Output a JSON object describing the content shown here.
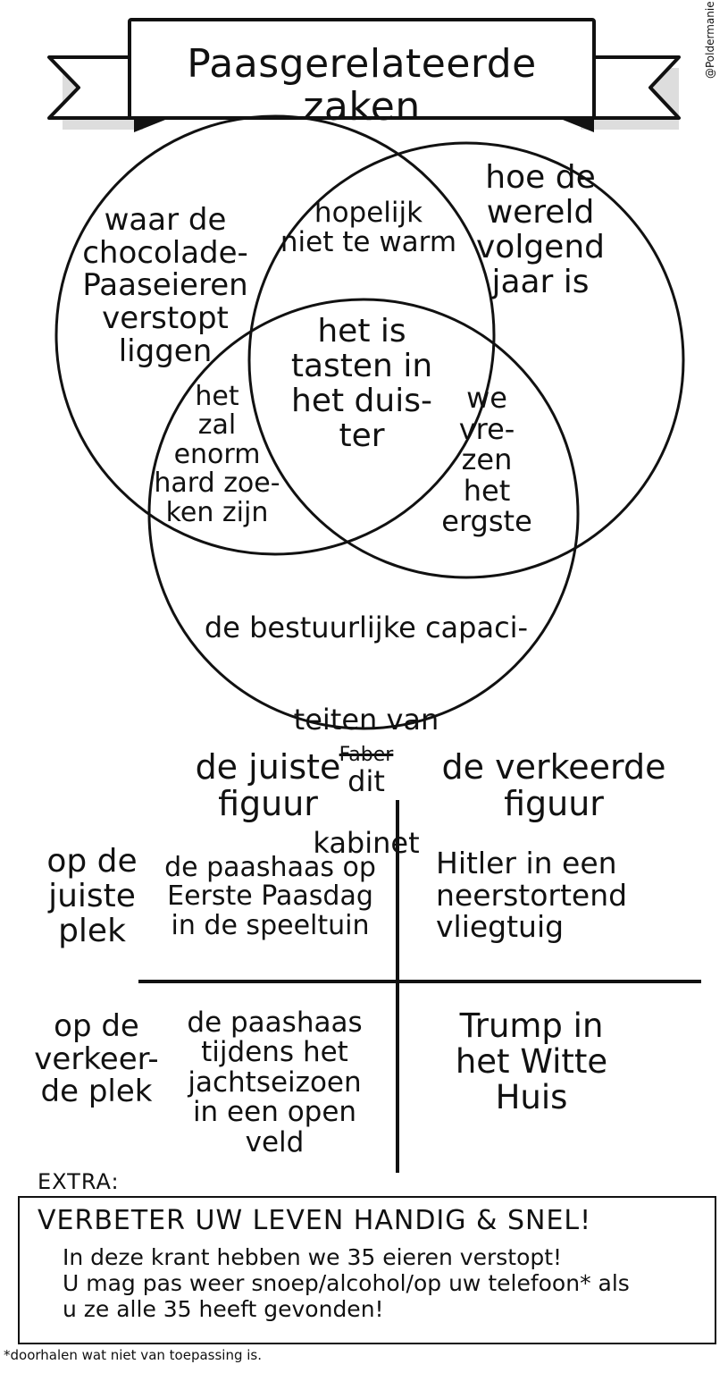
{
  "title": "Paasgerelateerde zaken",
  "watermark": "@Poldermanie",
  "venn": {
    "circle1": "waar de\nchocolade-\nPaaseieren\nverstopt\nliggen",
    "circle1_circle2": "hopelijk\nniet te warm",
    "circle2": "hoe de\nwereld\nvolgend\njaar is",
    "center": "het is\ntasten in\nhet duis-\nter",
    "circle1_circle3": "het\nzal\nenorm\nhard zoe-\nken zijn",
    "circle2_circle3": "we\nvre-\nzen\nhet\nergste",
    "circle3_line1": "de bestuurlijke capaci-",
    "circle3_line2_start": "teiten van",
    "circle3_strikethrough": "Faber",
    "circle3_line2_end": "dit",
    "circle3_line3": "kabinet"
  },
  "matrix": {
    "col_right_header": "de juiste\nfiguur",
    "col_left_header": "de verkeerde\nfiguur",
    "row_top_label": "op de\njuiste\nplek",
    "row_bottom_label": "op de\nverkeer-\nde plek",
    "cell_top_left": "de paashaas op\nEerste Paasdag\nin de speeltuin",
    "cell_top_right": "Hitler in een\nneerstortend\nvliegtuig",
    "cell_bottom_left": "de paashaas\ntijdens het\njachtseizoen\nin een open\nveld",
    "cell_bottom_right": "Trump in\nhet Witte\nHuis"
  },
  "extra": {
    "label": "EXTRA:",
    "heading": "VERBETER UW LEVEN HANDIG & SNEL!",
    "body": "In deze krant hebben we 35 eieren verstopt!\nU mag pas weer snoep/alcohol/op uw telefoon* als\nu ze alle 35 heeft gevonden!"
  },
  "footnote": "*doorhalen wat niet van toepassing is."
}
